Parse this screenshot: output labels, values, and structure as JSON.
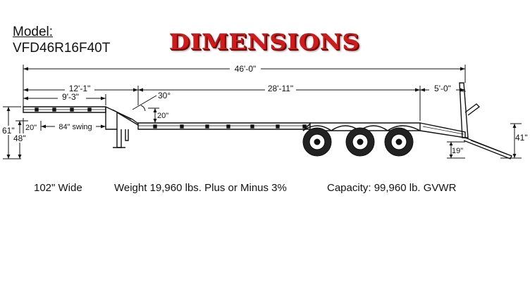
{
  "model": {
    "label": "Model:",
    "number": "VFD46R16F40T"
  },
  "banner": {
    "title": "DIMENSIONS",
    "color": "#d11b1b"
  },
  "dimensions": {
    "overall_length": "46'-0\"",
    "gooseneck_length": "12'-1\"",
    "gooseneck_deck": "9'-3\"",
    "main_deck": "28'-11\"",
    "dovetail_length": "5'-0\"",
    "neck_angle": "30°",
    "neck_drop": "20\"",
    "neck_deck_height": "20\"",
    "swing_radius": "84\" swing",
    "gooseneck_height": "61\"",
    "kingpin_height": "48\"",
    "dovetail_rise": "41\"",
    "dovetail_tail_height": "19\""
  },
  "specs": {
    "width": "102\" Wide",
    "weight": "Weight 19,960 lbs. Plus or Minus 3%",
    "capacity": "Capacity: 99,960 lb. GVWR"
  }
}
